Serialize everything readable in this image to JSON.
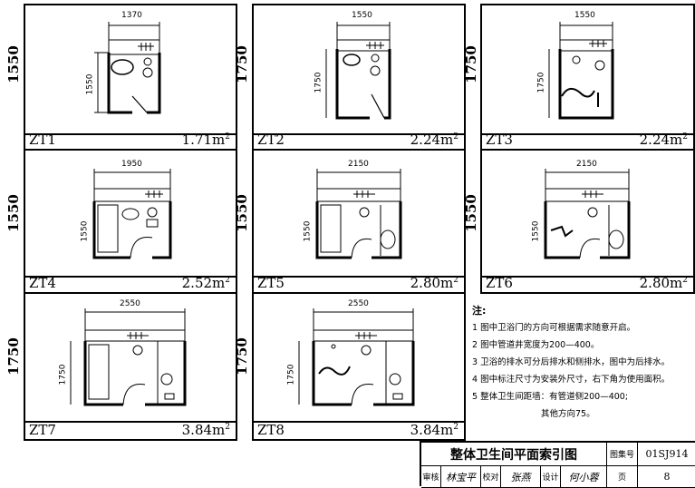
{
  "units": [
    {
      "code": "ZT1",
      "area": "1.71m",
      "width_dim": "1370",
      "depth_dim": "1550",
      "row_dim": "1550"
    },
    {
      "code": "ZT2",
      "area": "2.24m",
      "width_dim": "1550",
      "depth_dim": "1750",
      "row_dim": "1750"
    },
    {
      "code": "ZT3",
      "area": "2.24m",
      "width_dim": "1550",
      "depth_dim": "1750",
      "row_dim": "1750"
    },
    {
      "code": "ZT4",
      "area": "2.52m",
      "width_dim": "1950",
      "depth_dim": "1550",
      "row_dim": "1550"
    },
    {
      "code": "ZT5",
      "area": "2.80m",
      "width_dim": "2150",
      "depth_dim": "1550",
      "row_dim": "1550"
    },
    {
      "code": "ZT6",
      "area": "2.80m",
      "width_dim": "2150",
      "depth_dim": "1550",
      "row_dim": "1550"
    },
    {
      "code": "ZT7",
      "area": "3.84m",
      "width_dim": "2550",
      "depth_dim": "1750",
      "row_dim": "1750"
    },
    {
      "code": "ZT8",
      "area": "3.84m",
      "width_dim": "2550",
      "depth_dim": "1750",
      "row_dim": "1750"
    }
  ],
  "area_unit_sup": "2",
  "notes": {
    "heading": "注:",
    "items": [
      "1 图中卫浴门的方向可根据需求随意开启。",
      "2 图中管道井宽度为200—400。",
      "3 卫浴的排水可分后排水和侧排水，图中为后排水。",
      "4 图中标注尺寸为安装外尺寸，右下角为使用面积。",
      "5 整体卫生间距墙：有管道侧200—400;",
      "其他方向75。"
    ]
  },
  "titleblock": {
    "title": "整体卫生间平面索引图",
    "atlas_label": "图集号",
    "atlas_no": "01SJ914",
    "review_label": "审核",
    "review_sig": "林宝平",
    "check_label": "校对",
    "check_sig": "张燕",
    "design_label": "设计",
    "design_sig": "何小蓉",
    "page_label": "页",
    "page_no": "8"
  }
}
